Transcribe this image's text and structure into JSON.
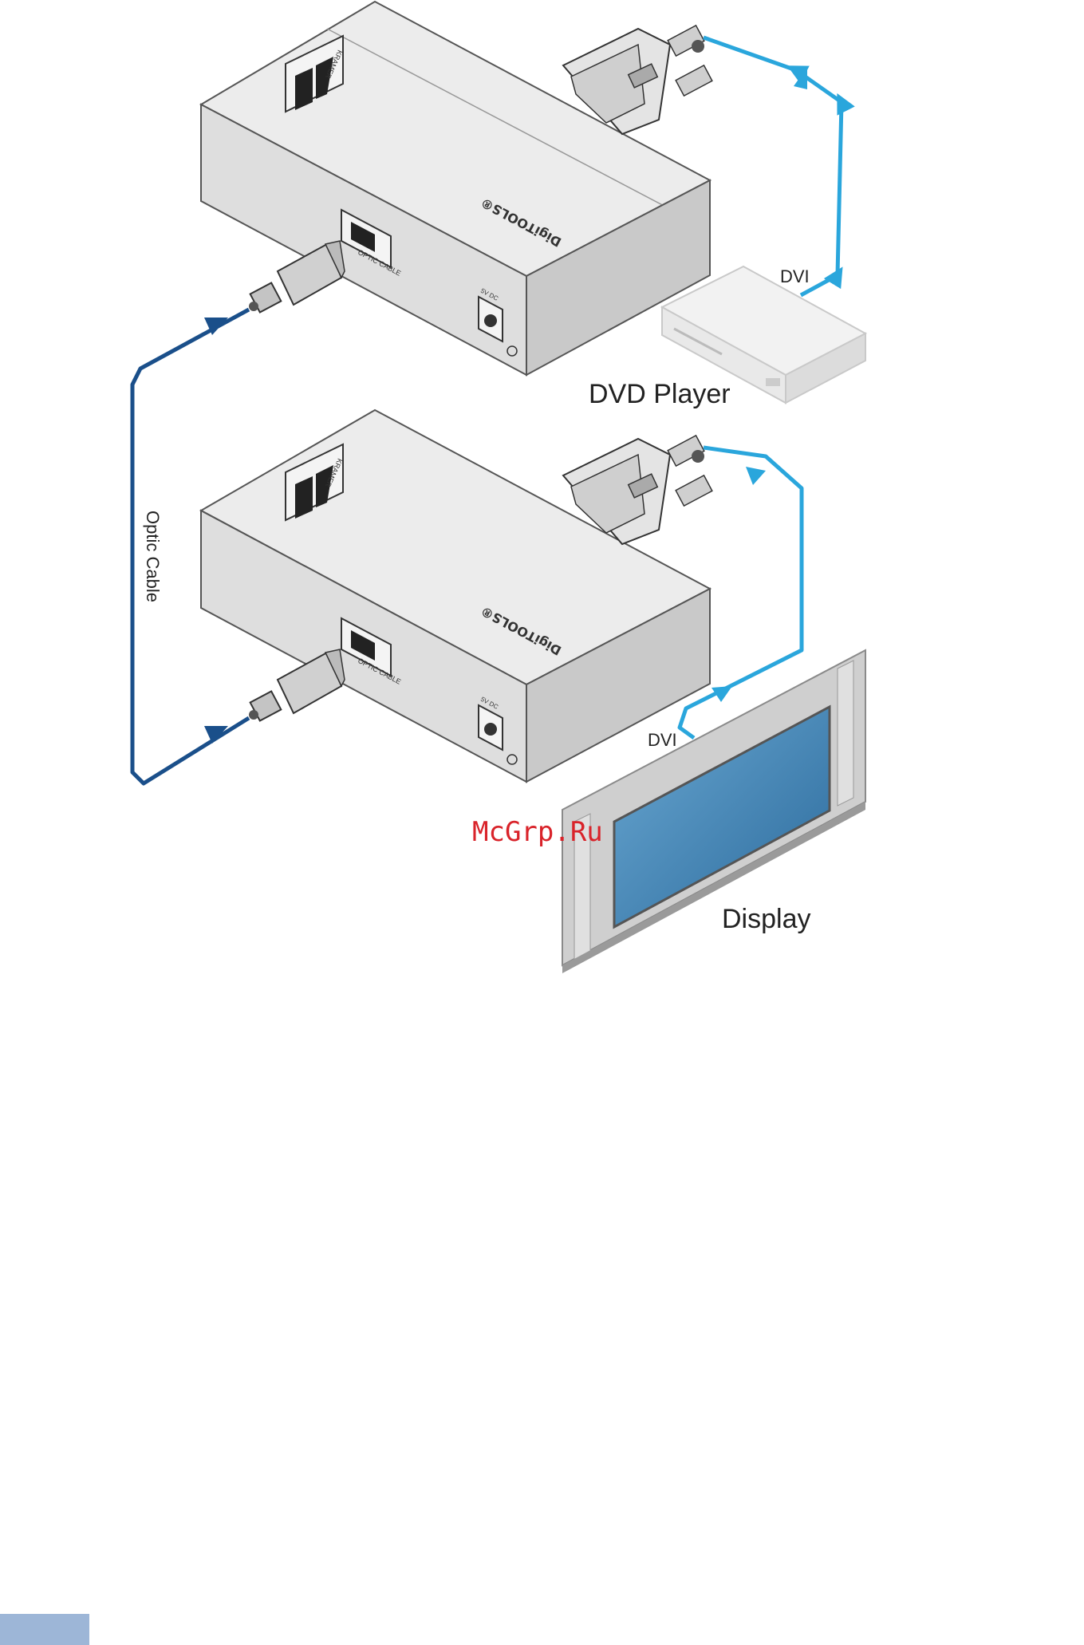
{
  "labels": {
    "dvd_player": "DVD Player",
    "display": "Display",
    "dvi_top": "DVI",
    "dvi_bottom": "DVI",
    "optic_cable": "Optic Cable",
    "watermark": "McGrp.Ru"
  },
  "devices": {
    "brand": "DigiTOOLS®",
    "logo_text": "KRAMER",
    "port_optic": "OPTIC CABLE",
    "port_power": "5V DC"
  },
  "colors": {
    "dvi_cable": "#2aa6dc",
    "optic_cable": "#1a4f8a",
    "device_top": "#e9e9e9",
    "device_side": "#dcdcdc",
    "screen": "#3a7fb2",
    "watermark": "#d9232a",
    "page_tab": "#9db6d7"
  }
}
